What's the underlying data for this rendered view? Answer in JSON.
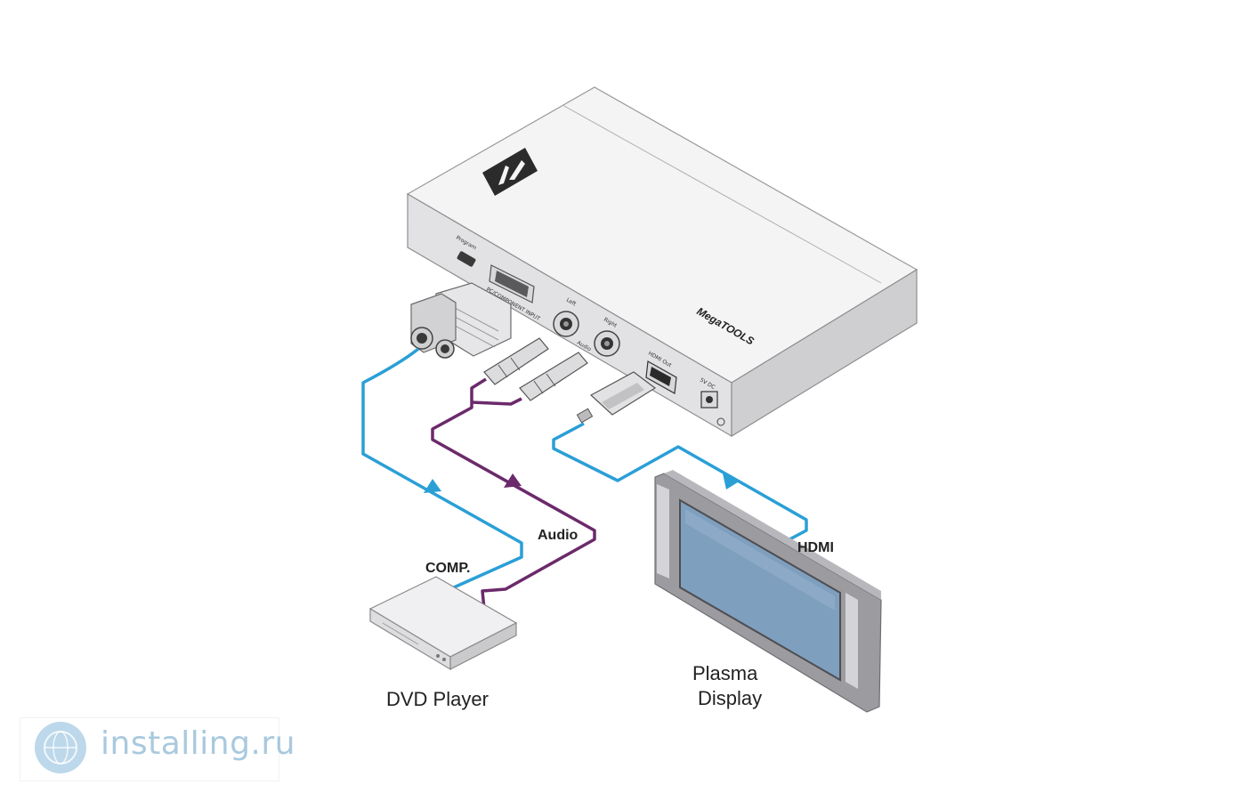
{
  "device": {
    "logo": "K",
    "brand": "MegaTOOLS",
    "ports": {
      "program": "Program",
      "vga_input": "PC/COMPONENT INPUT",
      "audio_left": "Left",
      "audio_right": "Right",
      "audio": "Audio",
      "hdmi_out": "HDMI Out",
      "power": "5V DC"
    }
  },
  "labels": {
    "audio": "Audio",
    "comp": "COMP.",
    "hdmi": "HDMI",
    "dvd_player": "DVD Player",
    "plasma_line1": "Plasma",
    "plasma_line2": "Display"
  },
  "cables": {
    "video_color": "#2a9fd6",
    "audio_color": "#6b2a6b"
  },
  "watermark": {
    "text": "installing.ru",
    "icon": "globe-icon"
  }
}
